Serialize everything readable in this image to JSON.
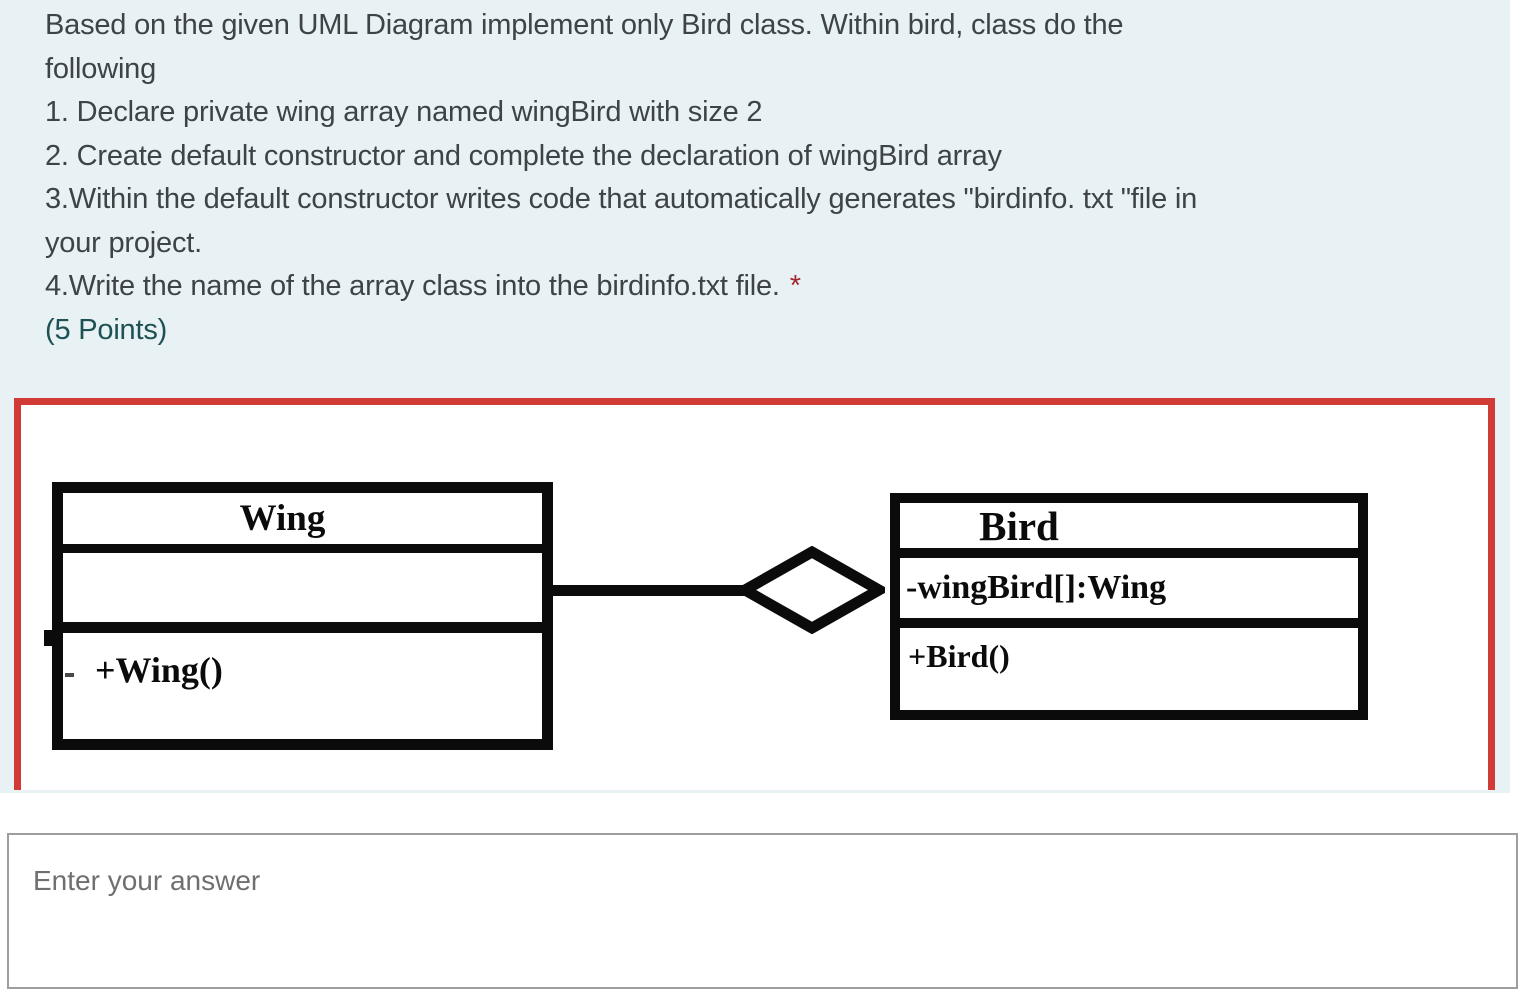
{
  "question": {
    "text_lines": [
      "Based on the given UML Diagram implement only Bird class. Within bird, class do the",
      "following",
      "1. Declare private wing array named wingBird with size 2",
      "2. Create default constructor and complete the declaration of wingBird array",
      "3.Within the default constructor writes code that automatically generates \"birdinfo. txt \"file in",
      "your project.",
      "4.Write the name of the array class into the birdinfo.txt file."
    ],
    "required_marker": "*",
    "points_label": "(5 Points)"
  },
  "uml_image": {
    "relationship": "aggregation",
    "wing_class": {
      "name": "Wing",
      "attributes_text": "",
      "methods_text": "+Wing()"
    },
    "bird_class": {
      "name": "Bird",
      "attributes_text": "-wingBird[]:Wing",
      "methods_text": "+Bird()"
    }
  },
  "answer_field": {
    "placeholder": "Enter your answer"
  },
  "colors": {
    "card_background": "#e8f1f3",
    "question_text": "#3e4347",
    "points_teal": "#1d5154",
    "required_red": "#a4262c",
    "image_border_red": "#d23b35",
    "uml_black": "#0b0b0b",
    "answer_border_gray": "#9e9e9e",
    "placeholder_gray": "#6f6f6f"
  }
}
